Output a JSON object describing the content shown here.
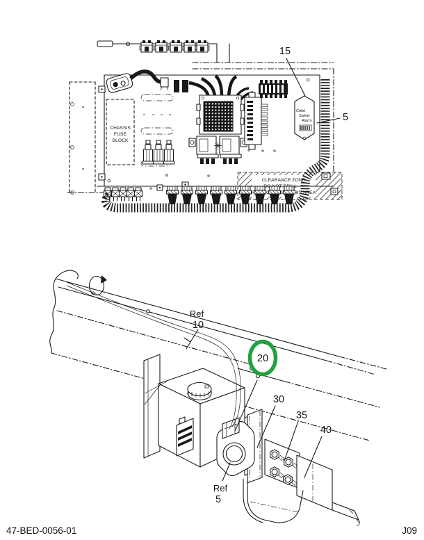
{
  "document": {
    "footer_left": "47-BED-0056-01",
    "footer_right": "J09"
  },
  "colors": {
    "line": "#1a1a1a",
    "highlight_green": "#22a13f"
  },
  "top_figure": {
    "fuse_block": {
      "line1": "CHASSIS",
      "line2": "FUSE",
      "line3": "BLOCK"
    },
    "alarm_label": {
      "line1": "Child",
      "line2": "Safety",
      "line3": "Alarm"
    },
    "clearance": {
      "line1": "CLEARANCE ZONE",
      "line2": "DO NOT DRILL",
      "line3": "RUN SCREWS IN THIS AREA"
    },
    "callout_15": "15",
    "callout_5": "5"
  },
  "bottom_figure": {
    "callout_ref10": {
      "line1": "Ref",
      "line2": "10"
    },
    "callout_20": "20",
    "callout_30": "30",
    "callout_35": "35",
    "callout_40": "40",
    "callout_ref5": {
      "line1": "Ref",
      "line2": "5"
    }
  }
}
